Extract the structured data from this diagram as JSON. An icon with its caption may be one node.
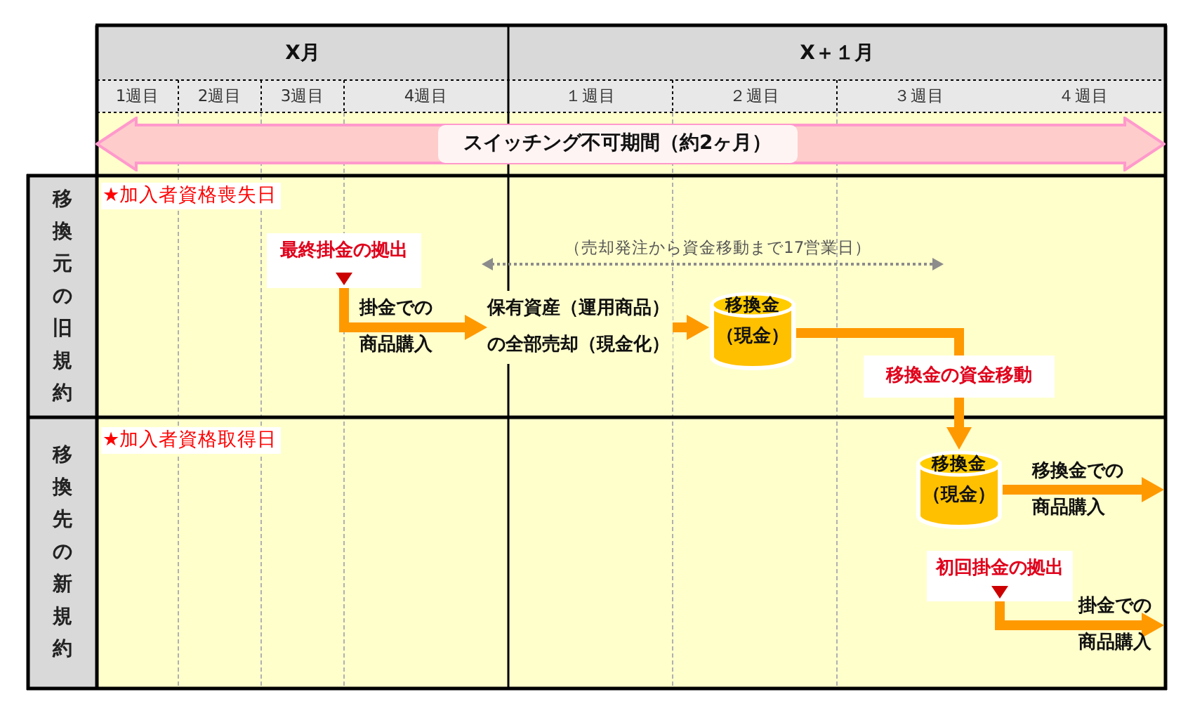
{
  "diagram": {
    "nodes": [
      {
        "text": [
          "スイッチング不可期間（約2ヶ月）"
        ]
      },
      {
        "text": [
          "移換元の旧規約"
        ]
      },
      {
        "text": [
          "最終掛金の拠出"
        ],
        "in": 1
      },
      {
        "text": [
          "保有資産（運用商品）の全部売却（現金化）"
        ],
        "in": 1
      },
      {
        "text": [
          "移換金",
          "（現金）"
        ],
        "in": 1
      },
      {
        "text": [
          "移換先の新規約"
        ]
      },
      {
        "text": [
          "移換金",
          "（現金）"
        ],
        "in": 5
      },
      {
        "text": [
          "初回掛金の拠出"
        ],
        "in": 5
      }
    ],
    "edges": [
      {
        "from": 2,
        "to": 3,
        "arrow": "to",
        "label": "掛金での商品購入"
      },
      {
        "from": 3,
        "to": 4,
        "arrow": "to"
      },
      {
        "from": 4,
        "to": 6,
        "arrow": "to",
        "label": "移換金の資金移動"
      },
      {
        "from": 6,
        "to": null,
        "arrow": "to",
        "label": "移換金での商品購入"
      },
      {
        "from": 7,
        "to": null,
        "arrow": "to",
        "label": "掛金での商品購入"
      }
    ],
    "labels": [
      "X月",
      "X＋１月",
      "1週目",
      "2週目",
      "3週目",
      "4週目",
      "１週目",
      "２週目",
      "３週目",
      "４週目",
      "★加入者資格喪失日",
      "（売却発注から資金移動まで17営業日）",
      "★加入者資格取得日"
    ]
  }
}
